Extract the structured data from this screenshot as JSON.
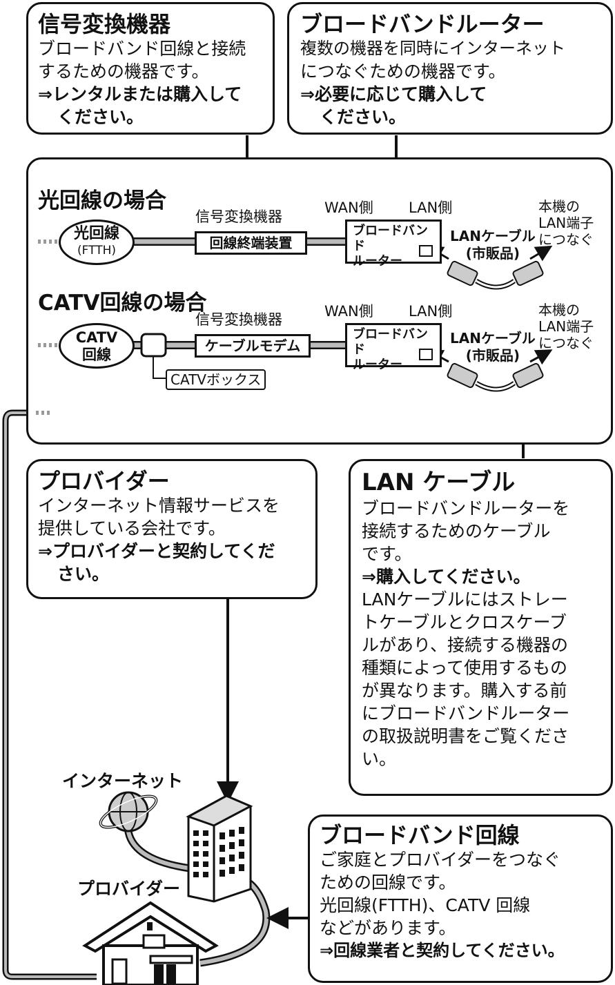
{
  "signal_box": {
    "title": "信号変換機器",
    "desc": [
      "ブロードバンド回線と接続",
      "するための機器です。"
    ],
    "action": [
      "⇒レンタルまたは購入して",
      "ください。"
    ]
  },
  "router_box": {
    "title": "ブロードバンドルーター",
    "desc": [
      "複数の機器を同時にインターネット",
      "につなぐための機器です。"
    ],
    "action": [
      "⇒必要に応じて購入して",
      "ください。"
    ]
  },
  "ftth_section": {
    "title": "光回線の場合",
    "line_label": "光回線",
    "line_sub": "(FTTH)",
    "device_caption": "信号変換機器",
    "device": "回線終端装置",
    "wan": "WAN側",
    "lan": "LAN側",
    "router": [
      "ブロードバンド",
      "ルーター"
    ],
    "cable": [
      "LANケーブル",
      "(市販品)"
    ],
    "connect": [
      "本機の",
      "LAN端子",
      "につなぐ"
    ]
  },
  "catv_section": {
    "title": "CATV回線の場合",
    "line_label": [
      "CATV",
      "回線"
    ],
    "device_caption": "信号変換機器",
    "device": "ケーブルモデム",
    "box": "CATVボックス",
    "wan": "WAN側",
    "lan": "LAN側",
    "router": [
      "ブロードバンド",
      "ルーター"
    ],
    "cable": [
      "LANケーブル",
      "(市販品)"
    ],
    "connect": [
      "本機の",
      "LAN端子",
      "につなぐ"
    ]
  },
  "provider_box": {
    "title": "プロバイダー",
    "desc": [
      "インターネット情報サービスを",
      "提供している会社です。"
    ],
    "action": [
      "⇒プロバイダーと契約してくだ",
      "さい。"
    ]
  },
  "lan_box": {
    "title": "LAN ケーブル",
    "desc": [
      "ブロードバンドルーターを",
      "接続するためのケーブル",
      "です。"
    ],
    "action": "⇒購入してください。",
    "note": [
      "LANケーブルにはストレー",
      "トケーブルとクロスケーブ",
      "ルがあり、接続する機器の",
      "種類によって使用するもの",
      "が異なります。購入する前",
      "にブロードバンドルーター",
      "の取扱説明書をご覧くださ",
      "い。"
    ]
  },
  "internet_label": "インターネット",
  "provider_label": "プロバイダー",
  "broadband_box": {
    "title": "ブロードバンド回線",
    "desc": [
      "ご家庭とプロバイダーをつなぐ",
      "ための回線です。",
      "光回線(FTTH)、CATV 回線",
      "などがあります。"
    ],
    "action": "⇒回線業者と契約してください。"
  }
}
